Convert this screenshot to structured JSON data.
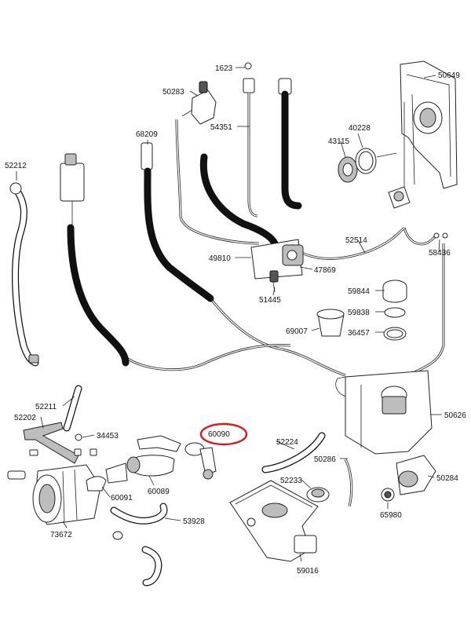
{
  "labels": {
    "p1623": "1623",
    "p50283": "50283",
    "p54351": "54351",
    "p68209": "68209",
    "p52212": "52212",
    "p50649": "50649",
    "p40228": "40228",
    "p43115": "43115",
    "p52514": "52514",
    "p58436": "58436",
    "p49810": "49810",
    "p47869": "47869",
    "p51445": "51445",
    "p59844": "59844",
    "p59838": "59838",
    "p69007": "69007",
    "p36457": "36457",
    "p52211": "52211",
    "p52202": "52202",
    "p34453": "34453",
    "p60090": "60090",
    "p52224": "52224",
    "p50626": "50626",
    "p50286": "50286",
    "p52233": "52233",
    "p50284": "50284",
    "p60091": "60091",
    "p60089": "60089",
    "p65980": "65980",
    "p53928": "53928",
    "p73672": "73672",
    "p59016": "59016"
  },
  "highlight": {
    "part": "60090",
    "color": "#e0161b"
  }
}
